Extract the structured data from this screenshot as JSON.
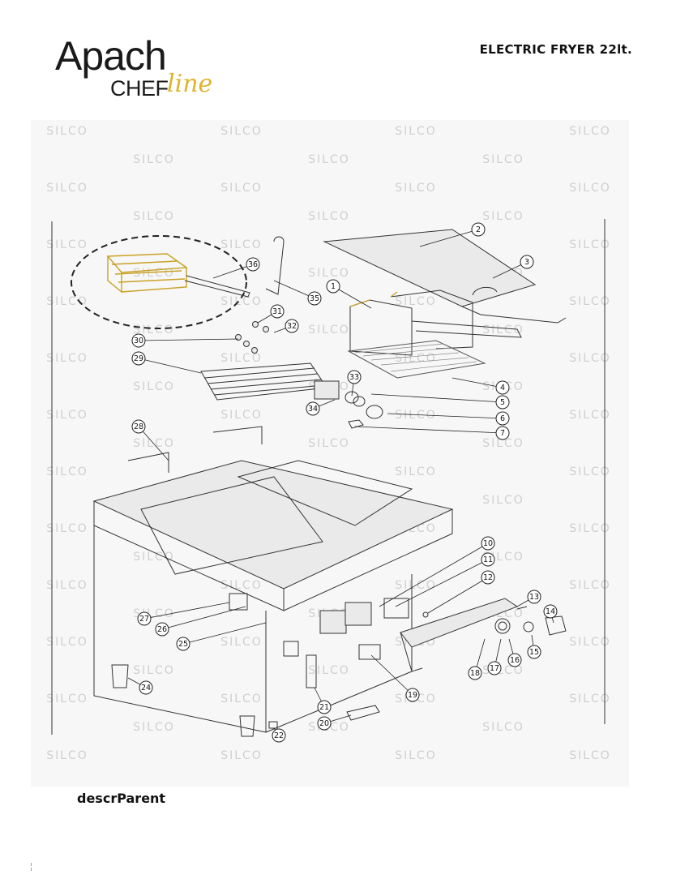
{
  "header": {
    "brand_word": "Apach",
    "brand_sub_1": "CHEF",
    "brand_sub_2": "line",
    "title": "ELECTRIC FRYER 22lt."
  },
  "watermark": {
    "text": "SILCO"
  },
  "diagram": {
    "callouts": [
      "1",
      "2",
      "3",
      "4",
      "5",
      "6",
      "7",
      "10",
      "11",
      "12",
      "13",
      "14",
      "15",
      "16",
      "17",
      "18",
      "19",
      "20",
      "21",
      "22",
      "24",
      "25",
      "26",
      "27",
      "28",
      "29",
      "30",
      "31",
      "32",
      "33",
      "34",
      "35",
      "36"
    ]
  },
  "footer": {
    "label": "descrParent"
  },
  "colors": {
    "accent": "#e0b32c",
    "line": "#222222",
    "watermark": "#cfcfcf"
  }
}
